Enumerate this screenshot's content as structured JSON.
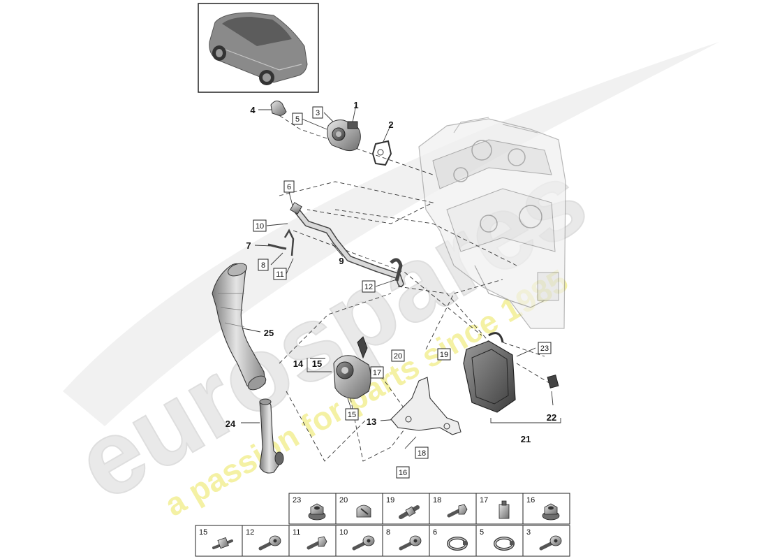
{
  "watermark": {
    "brand": "eurospares",
    "tagline": "a passion for parts since 1985",
    "brand_color": "#e6e6e6",
    "tagline_color": "#f3f0a8"
  },
  "thumbnail": {
    "icon": "car-icon"
  },
  "parts": [
    {
      "id": "p1",
      "label": "1",
      "boxed": false
    },
    {
      "id": "p2",
      "label": "2",
      "boxed": false
    },
    {
      "id": "p3",
      "label": "3",
      "boxed": true
    },
    {
      "id": "p4",
      "label": "4",
      "boxed": false
    },
    {
      "id": "p5",
      "label": "5",
      "boxed": true
    },
    {
      "id": "p6",
      "label": "6",
      "boxed": true
    },
    {
      "id": "p7",
      "label": "7",
      "boxed": false
    },
    {
      "id": "p8",
      "label": "8",
      "boxed": true
    },
    {
      "id": "p9",
      "label": "9",
      "boxed": false
    },
    {
      "id": "p10",
      "label": "10",
      "boxed": true
    },
    {
      "id": "p11",
      "label": "11",
      "boxed": true
    },
    {
      "id": "p12",
      "label": "12",
      "boxed": true
    },
    {
      "id": "p13",
      "label": "13",
      "boxed": false
    },
    {
      "id": "p14",
      "label": "14",
      "boxed": false
    },
    {
      "id": "p15a",
      "label": "15",
      "boxed": false
    },
    {
      "id": "p15b",
      "label": "15",
      "boxed": true
    },
    {
      "id": "p16",
      "label": "16",
      "boxed": true
    },
    {
      "id": "p17",
      "label": "17",
      "boxed": true
    },
    {
      "id": "p18",
      "label": "18",
      "boxed": true
    },
    {
      "id": "p19",
      "label": "19",
      "boxed": true
    },
    {
      "id": "p20",
      "label": "20",
      "boxed": true
    },
    {
      "id": "p21",
      "label": "21",
      "boxed": false
    },
    {
      "id": "p22",
      "label": "22",
      "boxed": false
    },
    {
      "id": "p23",
      "label": "23",
      "boxed": true
    },
    {
      "id": "p24",
      "label": "24",
      "boxed": false
    },
    {
      "id": "p25",
      "label": "25",
      "boxed": false
    }
  ],
  "legend": {
    "row1": [
      {
        "num": "23",
        "icon": "hex-nut-flanged-icon"
      },
      {
        "num": "20",
        "icon": "cap-nut-icon"
      },
      {
        "num": "19",
        "icon": "stud-bolt-icon"
      },
      {
        "num": "18",
        "icon": "hex-bolt-icon"
      },
      {
        "num": "17",
        "icon": "clip-icon"
      },
      {
        "num": "16",
        "icon": "hex-nut-flanged-icon"
      }
    ],
    "row2": [
      {
        "num": "15",
        "icon": "sensor-plug-icon"
      },
      {
        "num": "12",
        "icon": "torx-bolt-icon"
      },
      {
        "num": "11",
        "icon": "hex-bolt-icon"
      },
      {
        "num": "10",
        "icon": "torx-bolt-icon"
      },
      {
        "num": "8",
        "icon": "torx-bolt-icon"
      },
      {
        "num": "6",
        "icon": "hose-clamp-icon"
      },
      {
        "num": "5",
        "icon": "hose-clamp-icon"
      },
      {
        "num": "3",
        "icon": "torx-bolt-icon"
      }
    ]
  }
}
